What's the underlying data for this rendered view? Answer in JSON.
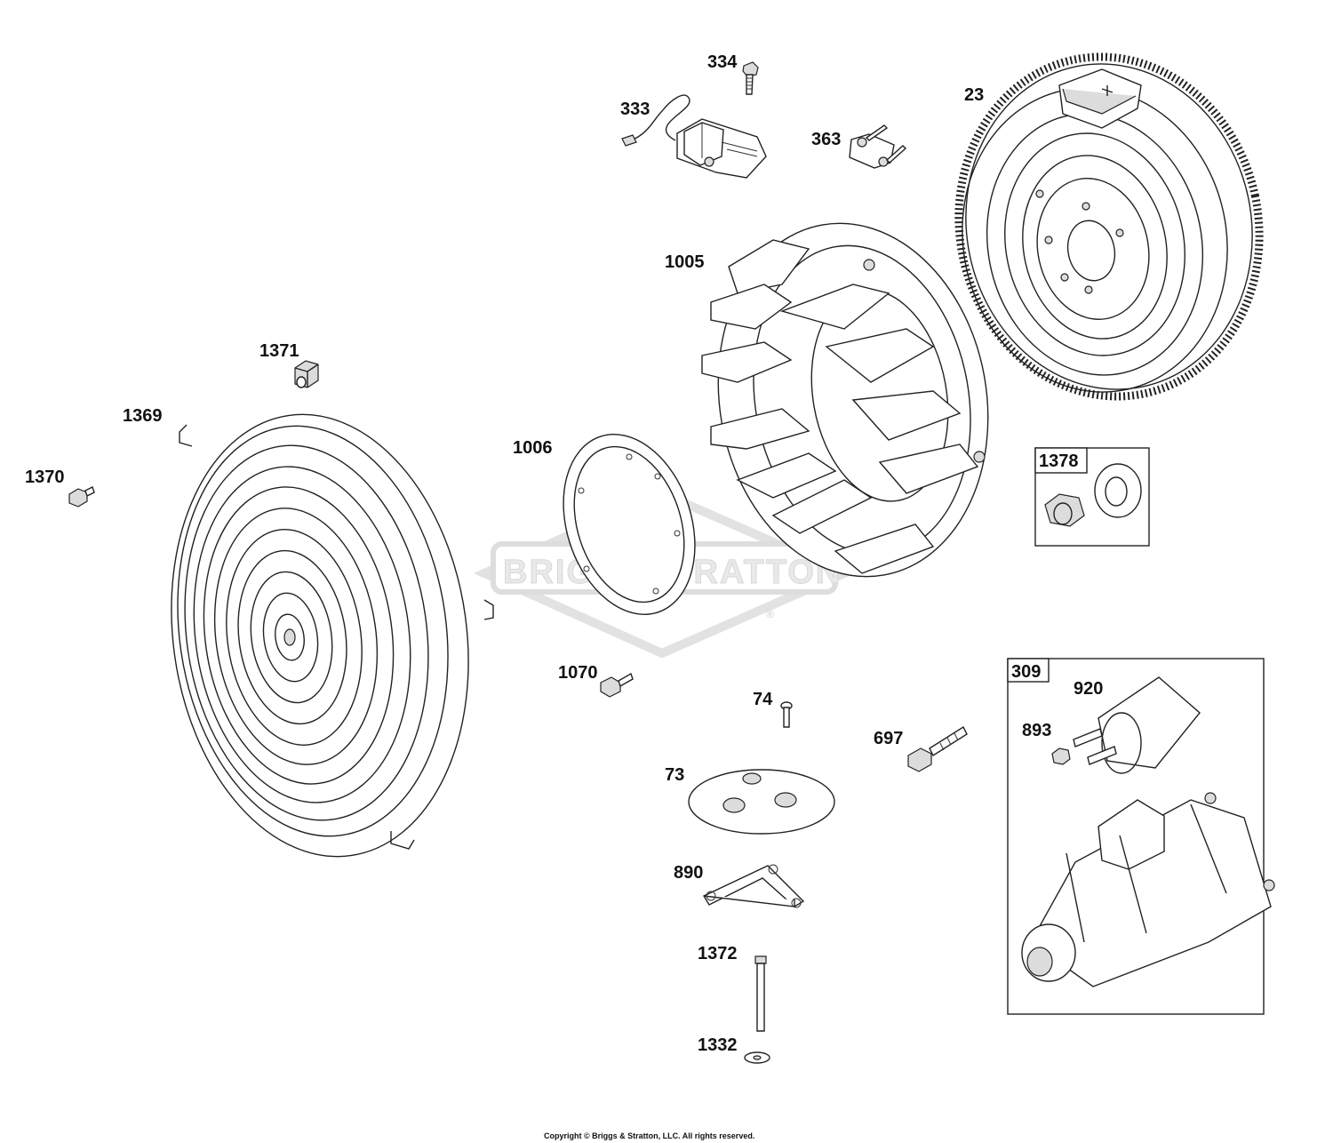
{
  "watermark": {
    "text_left": "BRIGG",
    "text_amp": "&",
    "text_right": "STRATTON",
    "registered": "®"
  },
  "copyright": "Copyright © Briggs & Stratton, LLC. All rights reserved.",
  "labels": {
    "p334": "334",
    "p333": "333",
    "p363": "363",
    "p23": "23",
    "p1005": "1005",
    "p1371": "1371",
    "p1369": "1369",
    "p1370": "1370",
    "p1006": "1006",
    "p1378": "1378",
    "p1070": "1070",
    "p74": "74",
    "p697": "697",
    "p73": "73",
    "p890": "890",
    "p1372": "1372",
    "p1332": "1332",
    "p309": "309",
    "p920": "920",
    "p893": "893"
  }
}
